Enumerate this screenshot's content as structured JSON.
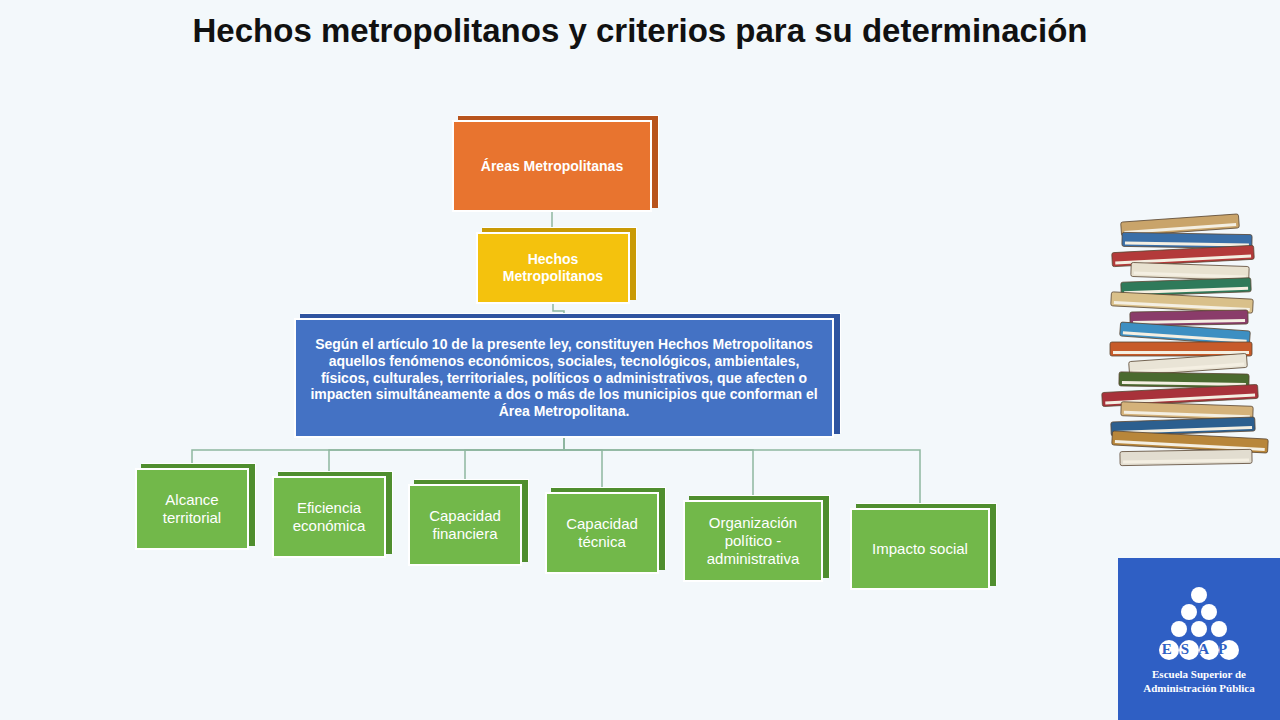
{
  "diagram": {
    "title": "Hechos metropolitanos y criterios para su determinación",
    "nodes": [
      {
        "text": [
          "Áreas Metropolitanas"
        ]
      },
      {
        "text": [
          "Hechos Metropolitanos"
        ]
      },
      {
        "text": [
          "Según el artículo 10 de la presente ley, constituyen Hechos Metropolitanos aquellos fenómenos económicos, sociales, tecnológicos, ambientales, físicos, culturales, territoriales, políticos o administrativos, que afecten o impacten simultáneamente a dos o más de los municipios que conforman el Área Metropolitana."
        ]
      },
      {
        "text": [
          "Alcance territorial"
        ]
      },
      {
        "text": [
          "Eficiencia económica"
        ]
      },
      {
        "text": [
          "Capacidad financiera"
        ]
      },
      {
        "text": [
          "Capacidad técnica"
        ]
      },
      {
        "text": [
          "Organización político - administrativa"
        ]
      },
      {
        "text": [
          "Impacto social"
        ]
      }
    ],
    "edges": [
      {
        "from": 0,
        "to": 1,
        "arrow": "none"
      },
      {
        "from": 1,
        "to": 2,
        "arrow": "none"
      },
      {
        "from": 2,
        "to": 3,
        "arrow": "none"
      },
      {
        "from": 2,
        "to": 4,
        "arrow": "none"
      },
      {
        "from": 2,
        "to": 5,
        "arrow": "none"
      },
      {
        "from": 2,
        "to": 6,
        "arrow": "none"
      },
      {
        "from": 2,
        "to": 7,
        "arrow": "none"
      },
      {
        "from": 2,
        "to": 8,
        "arrow": "none"
      }
    ],
    "labels": [
      "ESAP",
      "Escuela Superior de Administración Pública"
    ]
  }
}
